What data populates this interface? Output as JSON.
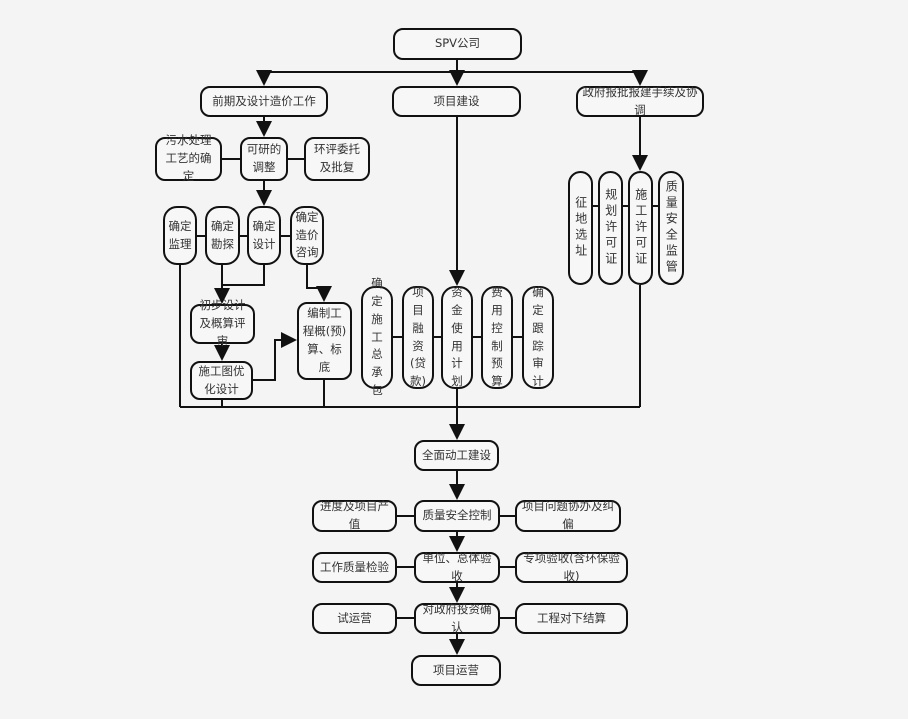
{
  "root": "SPV公司",
  "branches": [
    "前期及设计造价工作",
    "项目建设",
    "政府报批报建手续及协调"
  ],
  "pre": {
    "row1": [
      "污水处理工艺的确定",
      "可研的调整",
      "环评委托及批复"
    ],
    "row2": [
      "确定监理",
      "确定勘探",
      "确定设计",
      "确定造价咨询"
    ],
    "prelim": "初步设计及概算评审",
    "drawing": "施工图优化设计",
    "budget": "编制工程概(预)算、标底"
  },
  "build": [
    "确定施工总承包",
    "项目融资(贷款)",
    "资金使用计划",
    "费用控制预算",
    "确定跟踪审计"
  ],
  "gov": [
    "征地选址",
    "规划许可证",
    "施工许可证",
    "质量安全监管"
  ],
  "start": "全面动工建设",
  "rows": [
    {
      "left": "进度及项目产值",
      "center": "质量安全控制",
      "right": "项目问题协办及纠偏"
    },
    {
      "left": "工作质量检验",
      "center": "单位、总体验收",
      "right": "专项验收(含环保验收)"
    },
    {
      "left": "试运营",
      "center": "对政府投资确认",
      "right": "工程对下结算"
    }
  ],
  "end": "项目运营"
}
